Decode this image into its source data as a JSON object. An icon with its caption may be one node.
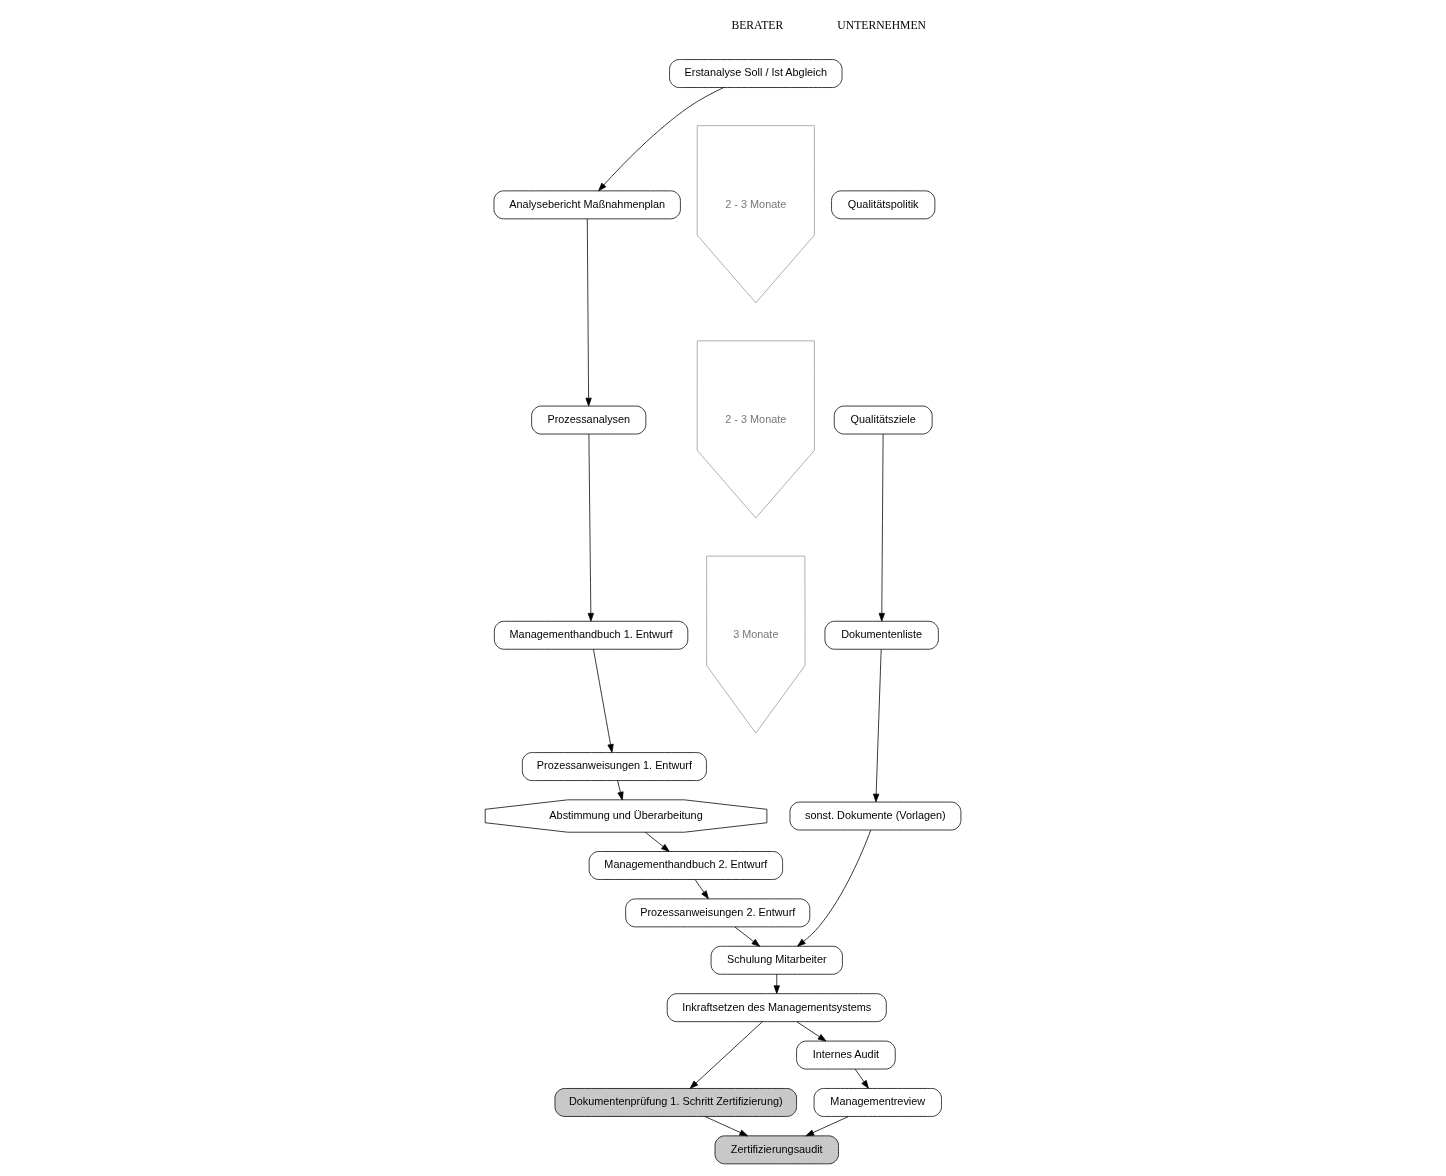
{
  "diagram": {
    "nodes": [
      {
        "text": [
          "Erstanalyse Soll / Ist Abgleich"
        ]
      },
      {
        "text": [
          "Analysebericht Maßnahmenplan"
        ]
      },
      {
        "text": [
          "Prozessanalysen"
        ]
      },
      {
        "text": [
          "Managementhandbuch 1. Entwurf"
        ]
      },
      {
        "text": [
          "Prozessanweisungen 1. Entwurf"
        ]
      },
      {
        "text": [
          "Abstimmung und Überarbeitung"
        ]
      },
      {
        "text": [
          "Managementhandbuch 2. Entwurf"
        ]
      },
      {
        "text": [
          "Prozessanweisungen 2. Entwurf"
        ]
      },
      {
        "text": [
          "Schulung Mitarbeiter"
        ]
      },
      {
        "text": [
          "Inkraftsetzen des Managementsystems"
        ]
      },
      {
        "text": [
          "Dokumentenprüfung 1. Schritt Zertifizierung)"
        ]
      },
      {
        "text": [
          "Internes Audit"
        ]
      },
      {
        "text": [
          "Managementreview"
        ]
      },
      {
        "text": [
          "Zertifizierungsaudit"
        ]
      },
      {
        "text": [
          "Qualitätspolitik"
        ]
      },
      {
        "text": [
          "Qualitätsziele"
        ]
      },
      {
        "text": [
          "Dokumentenliste"
        ]
      },
      {
        "text": [
          "sonst. Dokumente (Vorlagen)"
        ]
      },
      {
        "text": [
          "2 - 3 Monate"
        ]
      },
      {
        "text": [
          "2 - 3 Monate"
        ]
      },
      {
        "text": [
          "3 Monate"
        ]
      }
    ],
    "edges": [
      {
        "from": 0,
        "to": 1,
        "arrow": "to"
      },
      {
        "from": 1,
        "to": 2,
        "arrow": "to"
      },
      {
        "from": 2,
        "to": 3,
        "arrow": "to"
      },
      {
        "from": 3,
        "to": 4,
        "arrow": "to"
      },
      {
        "from": 4,
        "to": 5,
        "arrow": "to"
      },
      {
        "from": 5,
        "to": 6,
        "arrow": "to"
      },
      {
        "from": 6,
        "to": 7,
        "arrow": "to"
      },
      {
        "from": 7,
        "to": 8,
        "arrow": "to"
      },
      {
        "from": 15,
        "to": 16,
        "arrow": "to"
      },
      {
        "from": 16,
        "to": 17,
        "arrow": "to"
      },
      {
        "from": 17,
        "to": 8,
        "arrow": "to"
      },
      {
        "from": 8,
        "to": 9,
        "arrow": "to"
      },
      {
        "from": 9,
        "to": 10,
        "arrow": "to"
      },
      {
        "from": 9,
        "to": 11,
        "arrow": "to"
      },
      {
        "from": 11,
        "to": 12,
        "arrow": "to"
      },
      {
        "from": 10,
        "to": 13,
        "arrow": "to"
      },
      {
        "from": 12,
        "to": 13,
        "arrow": "to"
      }
    ],
    "labels": [
      "BERATER",
      "UNTERNEHMEN"
    ]
  }
}
